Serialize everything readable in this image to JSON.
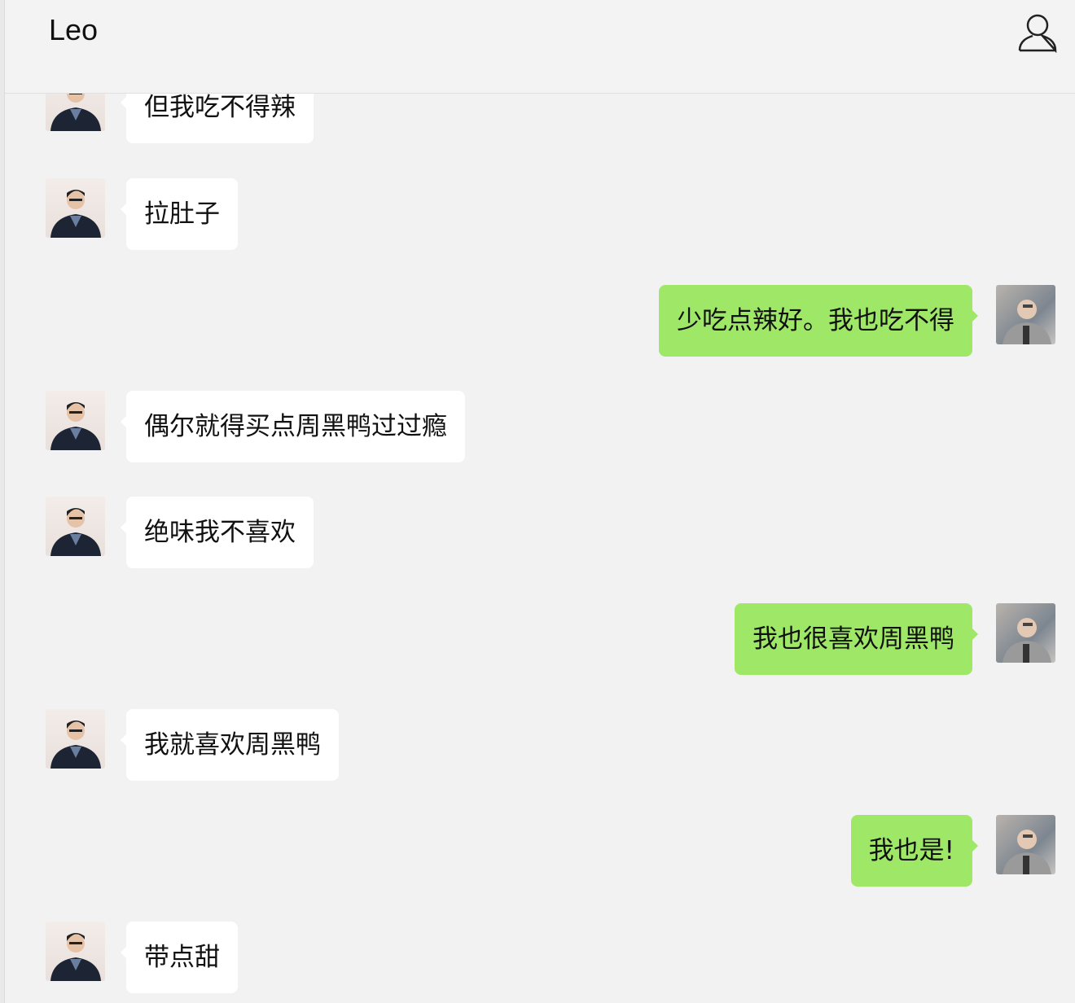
{
  "header": {
    "title": "Leo",
    "profile_icon": "person-icon"
  },
  "messages": [
    {
      "from": "contact",
      "text": "但我吃不得辣"
    },
    {
      "from": "contact",
      "text": "拉肚子"
    },
    {
      "from": "me",
      "text": "少吃点辣好。我也吃不得"
    },
    {
      "from": "contact",
      "text": "偶尔就得买点周黑鸭过过瘾"
    },
    {
      "from": "contact",
      "text": "绝味我不喜欢"
    },
    {
      "from": "me",
      "text": "我也很喜欢周黑鸭"
    },
    {
      "from": "contact",
      "text": "我就喜欢周黑鸭"
    },
    {
      "from": "me",
      "text": "我也是!"
    },
    {
      "from": "contact",
      "text": "带点甜"
    }
  ],
  "colors": {
    "sent_bubble": "#9fe867",
    "received_bubble": "#ffffff",
    "background": "#f2f2f2"
  }
}
